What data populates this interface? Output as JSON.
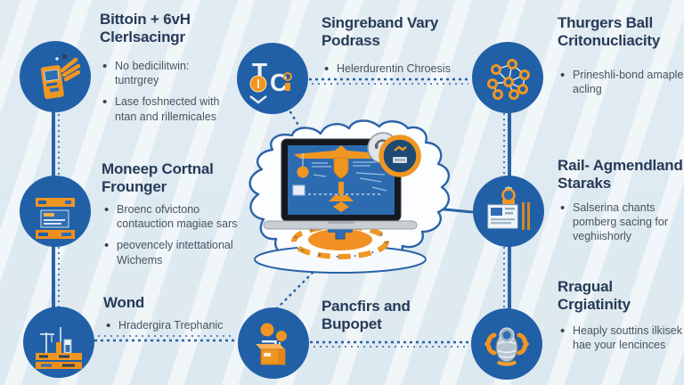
{
  "colors": {
    "background": "#dde9f0",
    "stripe": "#f2f8fb",
    "node_circle": "#2160a7",
    "accent_orange": "#f09623",
    "title_text": "#273b58",
    "body_text": "#49545f",
    "connector_blue": "#2a62a8"
  },
  "center": {
    "illustration": "laptop-flowchart-with-gear-platform"
  },
  "panels": [
    {
      "icon": "phone-hand-icon",
      "title": "Bittoin + 6vH\nClerlsacingr",
      "bullets": [
        "No bedicilitwin: tuntrgrey",
        "Lase foshnected with ntan and rillemicales"
      ]
    },
    {
      "icon": "tc-coin-icon",
      "title": "Singreband Vary\nPodrass",
      "bullets": [
        "Helerdurentin Chroesis"
      ]
    },
    {
      "icon": "network-icon",
      "title": "Thurgers Ball\nCritonucliacity",
      "bullets": [
        "Prineshli-bond amaple acling"
      ]
    },
    {
      "icon": "banner-card-icon",
      "title": "Moneep Cortnal\nFrounger",
      "bullets": [
        "Broenc ofvictono contauction magiae sars",
        "peovencely intettational Wichems"
      ]
    },
    {
      "icon": "newspaper-icon",
      "title": "Rail- Agmendland\nStaraks",
      "bullets": [
        "Salserina chants pomberg sacing for veghiishorly"
      ]
    },
    {
      "icon": "factory-icon",
      "title": "Wond",
      "bullets": [
        "Hradergira Trephanic"
      ]
    },
    {
      "icon": "person-box-icon",
      "title": "Pancfirs and\nBupopet",
      "bullets": []
    },
    {
      "icon": "robot-icon",
      "title": "Rragual\nCrgiatinity",
      "bullets": [
        "Heaply souttins ilkisek hae your lencinces"
      ]
    }
  ]
}
